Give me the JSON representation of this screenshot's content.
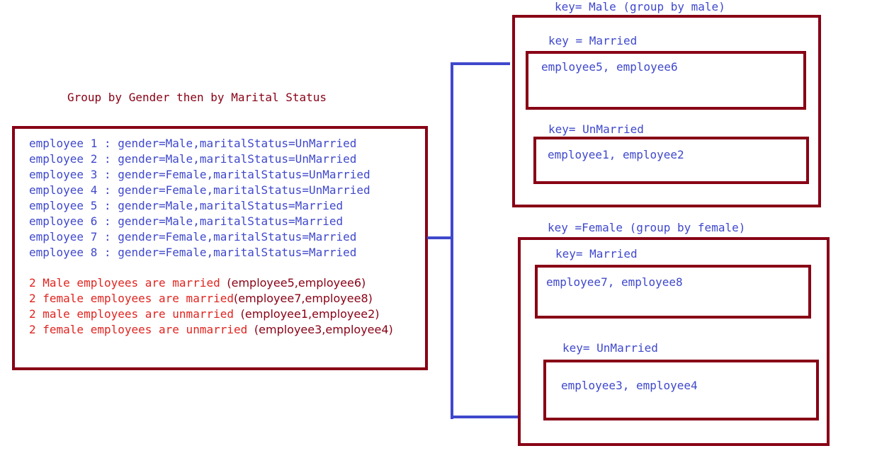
{
  "title": "Group by Gender then by Marital Status",
  "employees": [
    "employee 1 : gender=Male,maritalStatus=UnMarried",
    "employee 2 : gender=Male,maritalStatus=UnMarried",
    "employee 3 : gender=Female,maritalStatus=UnMarried",
    "employee 4 : gender=Female,maritalStatus=UnMarried",
    "employee 5 : gender=Male,maritalStatus=Married",
    "employee 6 : gender=Male,maritalStatus=Married",
    "employee 7 : gender=Female,maritalStatus=Married",
    "employee 8 : gender=Female,maritalStatus=Married"
  ],
  "summary": [
    {
      "text": "2 Male employees are married ",
      "ids": "(employee5,employee6)"
    },
    {
      "text": "2 female employees are married",
      "ids": "(employee7,employee8)"
    },
    {
      "text": "2 male employees are unmarried ",
      "ids": "(employee1,employee2)"
    },
    {
      "text": "2 female employees are unmarried ",
      "ids": "(employee3,employee4)"
    }
  ],
  "groups": {
    "male": {
      "key": "key= Male (group by male)",
      "married": {
        "key": "key = Married",
        "value": "employee5, employee6"
      },
      "unmarried": {
        "key": "key= UnMarried",
        "value": "employee1, employee2"
      }
    },
    "female": {
      "key": "key =Female (group by female)",
      "married": {
        "key": "key= Married",
        "value": "employee7, employee8"
      },
      "unmarried": {
        "key": "key= UnMarried",
        "value": "employee3, employee4"
      }
    }
  },
  "colors": {
    "blue_text": "#3f48cc",
    "red_text": "#e0241f",
    "box_border": "#880015",
    "connector": "#3f48cc"
  }
}
